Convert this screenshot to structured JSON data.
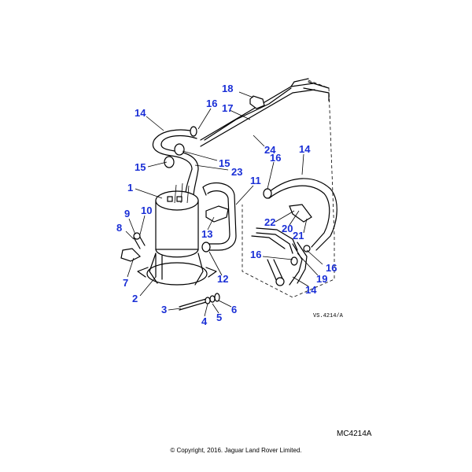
{
  "diagram_code": "MC4214A",
  "copyright": "© Copyright, 2016. Jaguar Land Rover Limited.",
  "drawing_ref": "VS.4214/A",
  "callouts": [
    "18",
    "16",
    "17",
    "14",
    "24",
    "14",
    "16",
    "15",
    "15",
    "23",
    "1",
    "11",
    "9",
    "10",
    "22",
    "20",
    "8",
    "21",
    "13",
    "16",
    "16",
    "12",
    "19",
    "7",
    "14",
    "2",
    "3",
    "4",
    "5",
    "6"
  ]
}
